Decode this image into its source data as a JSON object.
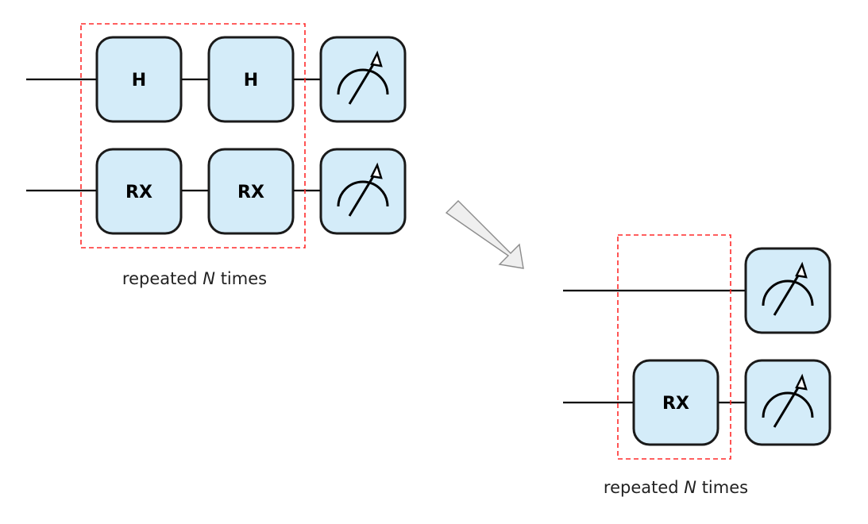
{
  "colors": {
    "gate_fill": "#d4ecf9",
    "gate_stroke": "#1a1a1a",
    "wire": "#000000",
    "repeat_box": "#ff2a2a",
    "arrow_fill": "#efefef",
    "arrow_stroke": "#8c8c8c"
  },
  "left_circuit": {
    "wire1_gates": [
      "H",
      "H"
    ],
    "wire2_gates": [
      "RX",
      "RX"
    ],
    "caption_prefix": "repeated ",
    "caption_var": "N",
    "caption_suffix": " times"
  },
  "right_circuit": {
    "wire2_gates": [
      "RX"
    ],
    "caption_prefix": "repeated ",
    "caption_var": "N",
    "caption_suffix": " times"
  },
  "icons": {
    "measure": "measurement-meter-icon",
    "transform": "diagonal-arrow-icon"
  }
}
